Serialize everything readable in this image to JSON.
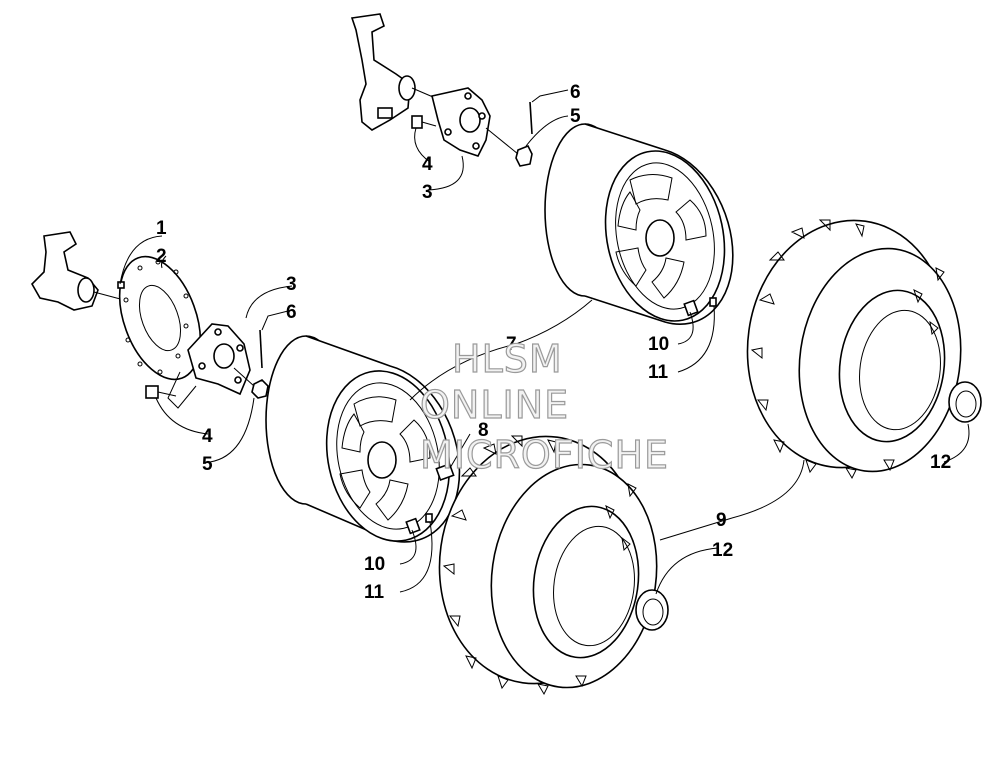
{
  "callouts": [
    {
      "id": "c1",
      "text": "1"
    },
    {
      "id": "c2",
      "text": "2"
    },
    {
      "id": "c3a",
      "text": "3"
    },
    {
      "id": "c6a",
      "text": "6"
    },
    {
      "id": "c4a",
      "text": "4"
    },
    {
      "id": "c5a",
      "text": "5"
    },
    {
      "id": "c6b",
      "text": "6"
    },
    {
      "id": "c5b",
      "text": "5"
    },
    {
      "id": "c4b",
      "text": "4"
    },
    {
      "id": "c3b",
      "text": "3"
    },
    {
      "id": "c7",
      "text": "7"
    },
    {
      "id": "c8",
      "text": "8"
    },
    {
      "id": "c10a",
      "text": "10"
    },
    {
      "id": "c11a",
      "text": "11"
    },
    {
      "id": "c10b",
      "text": "10"
    },
    {
      "id": "c11b",
      "text": "11"
    },
    {
      "id": "c9",
      "text": "9"
    },
    {
      "id": "c12a",
      "text": "12"
    },
    {
      "id": "c12b",
      "text": "12"
    }
  ],
  "watermark": {
    "line1": "HLSM",
    "line2": "ONLINE",
    "line3": "MICROFICHE"
  }
}
